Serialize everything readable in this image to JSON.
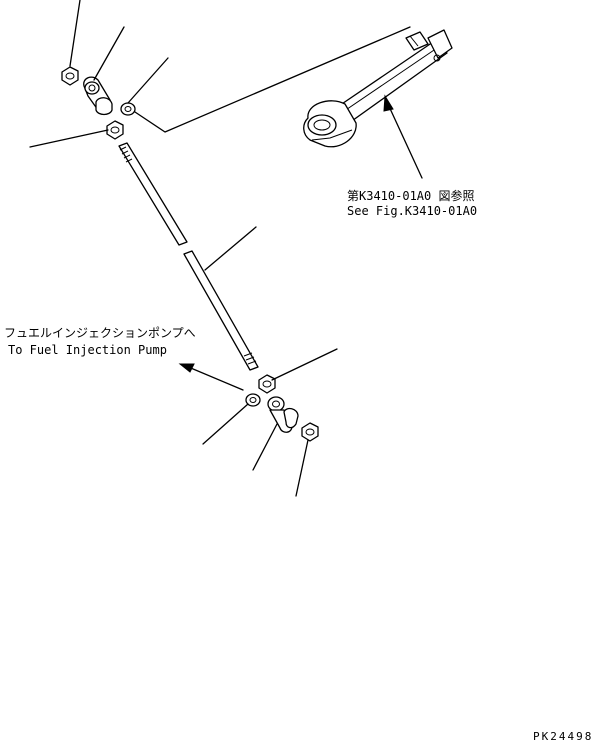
{
  "reference_note": {
    "line_jp": "第K3410-01A0 図参照",
    "line_en": "See Fig.K3410-01A0"
  },
  "destination_note": {
    "line_jp": "フュエルインジェクションポンプへ",
    "line_en": "To Fuel Injection Pump"
  },
  "drawing_id": "PK24498"
}
